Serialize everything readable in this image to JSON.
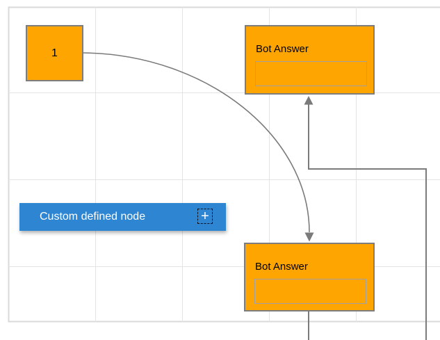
{
  "diagram": {
    "background_color": "#ffffff",
    "grid_color": "#e4e4e4",
    "canvas_border_color": "#d9d9d9",
    "connector_color": "#7a7a7a"
  },
  "nodes": {
    "start": {
      "label": "1",
      "fill": "#ffa502",
      "border_color": "#7d7d7d"
    },
    "bot_answer_top": {
      "title": "Bot Answer",
      "fill": "#ffa502",
      "border_color": "#7d7d7d"
    },
    "bot_answer_bottom": {
      "title": "Bot Answer",
      "fill": "#ffa502",
      "border_color": "#7d7d7d"
    },
    "custom": {
      "label": "Custom defined node",
      "fill": "#2e86d3",
      "text_color": "#ffffff",
      "add_button_glyph": "+"
    }
  }
}
